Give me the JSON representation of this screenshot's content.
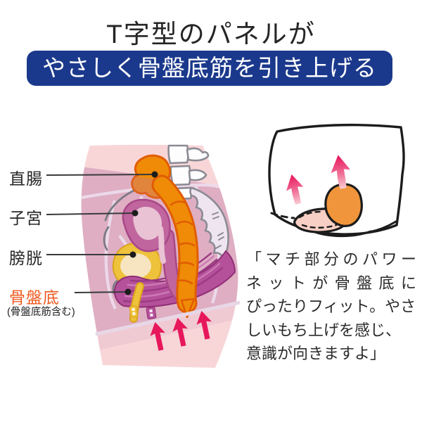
{
  "title": {
    "text": "T字型のパネルが"
  },
  "banner": {
    "text": "やさしく骨盤底筋を引き上げる",
    "bg_color": "#1b398c",
    "text_color": "#ffffff"
  },
  "anatomy": {
    "labels": [
      {
        "id": "rectum",
        "text": "直腸"
      },
      {
        "id": "uterus",
        "text": "子宮"
      },
      {
        "id": "bladder",
        "text": "膀胱"
      },
      {
        "id": "pelvic-floor",
        "text": "骨盤底",
        "color": "#ef5a1f"
      }
    ],
    "pelvic_floor_note": "(骨盤底筋含む)"
  },
  "quote": {
    "lines": [
      "「マチ部分のパワー",
      "ネットが骨盤底に",
      "ぴったりフィット。やさ",
      "しいもち上げを感じ、",
      "意識が向きますよ」"
    ]
  },
  "colors": {
    "accent_navy": "#1b398c",
    "highlight_orange": "#ef5a1f",
    "arrow_crimson": "#e7175c",
    "body_pink": "#f8d6d8",
    "band_mauve": "#dfaec3",
    "colon_orange": "#ef8b07",
    "uterus_magenta": "#c0659d",
    "bladder_yellow": "#eec23a",
    "muscle_magenta": "#b5519b",
    "bone_gray": "#8b8b94"
  }
}
